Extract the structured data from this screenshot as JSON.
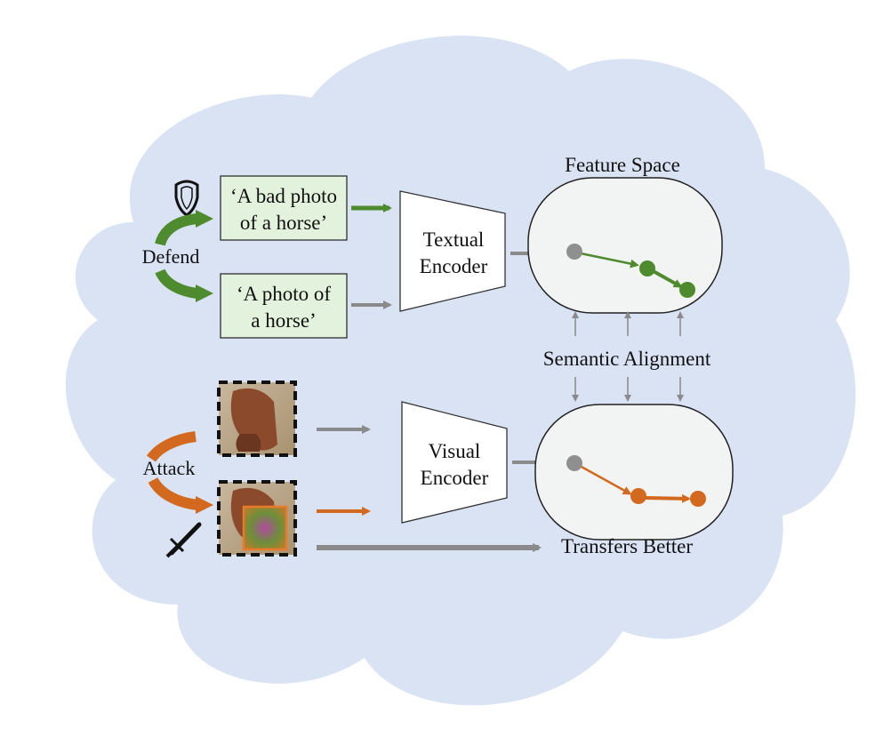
{
  "colors": {
    "cloud": "#d9e3f3",
    "text_box_fill": "#e3f2dc",
    "green": "#4e8a2e",
    "orange": "#d2691e",
    "gray": "#888888",
    "space_fill": "#f2f3f3"
  },
  "labels": {
    "feature_space": "Feature Space",
    "defend": "Defend",
    "attack": "Attack",
    "semantic_alignment": "Semantic Alignment",
    "transfers_better": "Transfers Better"
  },
  "prompts": {
    "bad_line1": "‘A bad photo",
    "bad_line2": "of a horse’",
    "plain_line1": "‘A photo of",
    "plain_line2": "a horse’"
  },
  "encoders": {
    "textual_line1": "Textual",
    "textual_line2": "Encoder",
    "visual_line1": "Visual",
    "visual_line2": "Encoder"
  },
  "icons": {
    "shield": "shield-icon",
    "sword": "sword-icon"
  }
}
